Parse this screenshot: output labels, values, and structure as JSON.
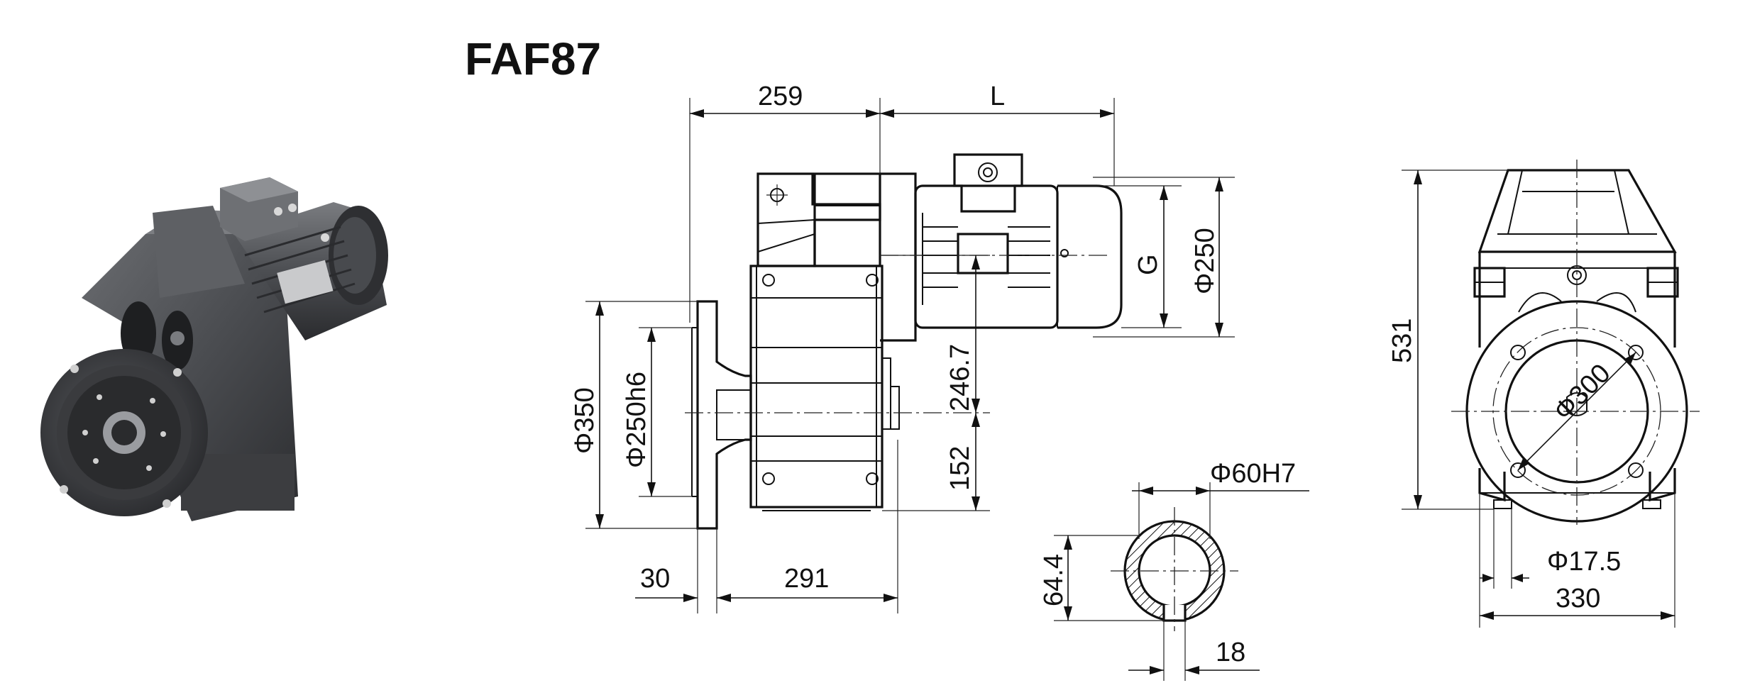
{
  "title": "FAF87",
  "dimensions": {
    "top_left": "259",
    "top_right": "L",
    "motor_g": "G",
    "motor_dia": "Φ250",
    "shaft_height": "246.7",
    "flange_center": "152",
    "flange_outer": "Φ350",
    "flange_pilot": "Φ250h6",
    "flange_thickness": "30",
    "body_length": "291",
    "bore": "Φ60H7",
    "bore_key_height": "64.4",
    "key_width": "18",
    "overall_height": "531",
    "bolt_circle": "Φ300",
    "hole_dia": "Φ17.5",
    "flange_width": "330"
  },
  "colors": {
    "line": "#111111",
    "background": "#ffffff",
    "photo_dark": "#3a3b3d",
    "photo_mid": "#5c5e61",
    "photo_light": "#8a8c90"
  }
}
